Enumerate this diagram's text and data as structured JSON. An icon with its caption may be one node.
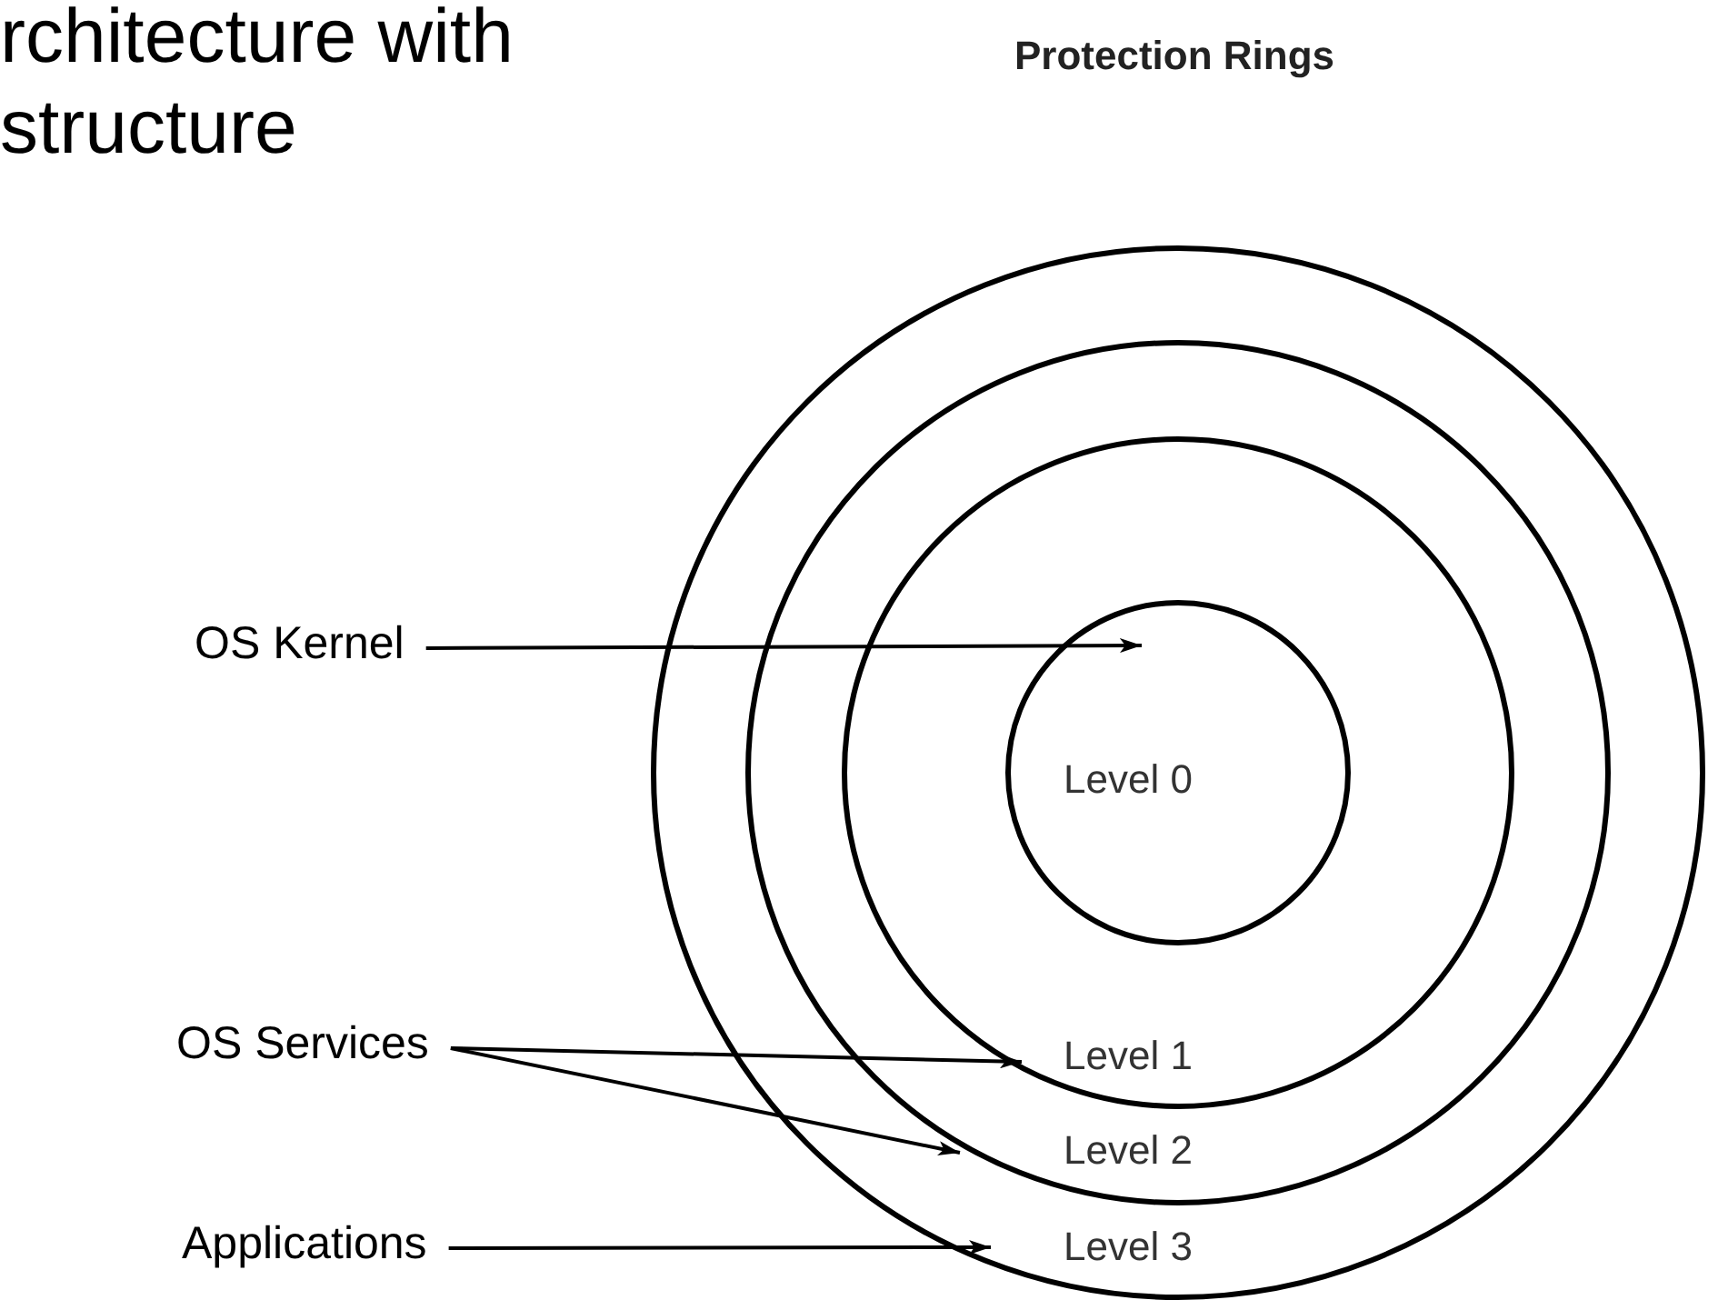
{
  "diagram": {
    "title": "Protection Rings",
    "nodes": [
      {
        "text": [
          "Level 3"
        ]
      },
      {
        "text": [
          "Level 2"
        ],
        "in": 0
      },
      {
        "text": [
          "Level 1"
        ],
        "in": 1
      },
      {
        "text": [
          "Level 0"
        ],
        "in": 2
      },
      {
        "text": [
          "OS Kernel"
        ]
      },
      {
        "text": [
          "OS Services"
        ]
      },
      {
        "text": [
          "Applications"
        ]
      }
    ],
    "edges": [
      {
        "from": 4,
        "to": 3,
        "arrow": "to"
      },
      {
        "from": 5,
        "to": 2,
        "arrow": "to"
      },
      {
        "from": 5,
        "to": 1,
        "arrow": "to"
      },
      {
        "from": 6,
        "to": 0,
        "arrow": "to"
      }
    ],
    "labels": [
      "rchitecture with",
      "structure"
    ]
  }
}
